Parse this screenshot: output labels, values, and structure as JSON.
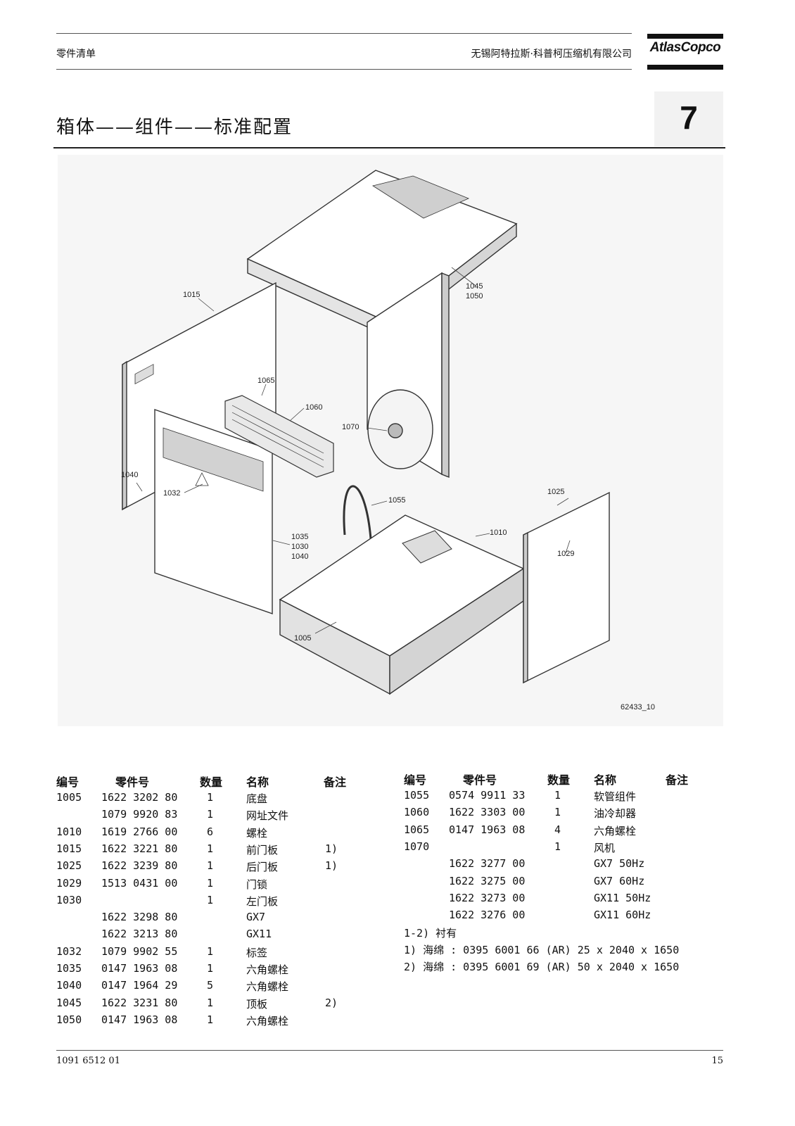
{
  "header": {
    "doc_type": "零件清单",
    "company": "无锡阿特拉斯·科普柯压缩机有限公司",
    "logo_text": "AtlasCopco"
  },
  "title": "箱体——组件——标准配置",
  "section_number": "7",
  "diagram": {
    "figure_id": "62433_10",
    "callouts": {
      "c1015": "1015",
      "c1045": "1045",
      "c1050": "1050",
      "c1065": "1065",
      "c1060": "1060",
      "c1070": "1070",
      "c1040": "1040",
      "c1032": "1032",
      "c1055": "1055",
      "c1025": "1025",
      "c1010": "1010",
      "c1029": "1029",
      "c1035": "1035",
      "c1030": "1030",
      "c1040b": "1040",
      "c1005": "1005"
    }
  },
  "table_headers": {
    "no": "编号",
    "part": "零件号",
    "qty": "数量",
    "name": "名称",
    "note": "备注"
  },
  "left_rows": [
    {
      "no": "1005",
      "part": "1622 3202 80",
      "qty": "1",
      "name": "底盘",
      "note": ""
    },
    {
      "no": "",
      "part": "1079 9920 83",
      "qty": "1",
      "name": "网址文件",
      "note": ""
    },
    {
      "no": "1010",
      "part": "1619 2766 00",
      "qty": "6",
      "name": "螺栓",
      "note": ""
    },
    {
      "no": "1015",
      "part": "1622 3221 80",
      "qty": "1",
      "name": "前门板",
      "note": "1)"
    },
    {
      "no": "1025",
      "part": "1622 3239 80",
      "qty": "1",
      "name": "后门板",
      "note": "1)"
    },
    {
      "no": "1029",
      "part": "1513 0431 00",
      "qty": "1",
      "name": "门锁",
      "note": ""
    },
    {
      "no": "1030",
      "part": "",
      "qty": "1",
      "name": "左门板",
      "note": ""
    },
    {
      "no": "",
      "part": "1622 3298 80",
      "qty": "",
      "name": "GX7",
      "note": ""
    },
    {
      "no": "",
      "part": "1622 3213 80",
      "qty": "",
      "name": "GX11",
      "note": ""
    },
    {
      "no": "1032",
      "part": "1079 9902 55",
      "qty": "1",
      "name": "标签",
      "note": ""
    },
    {
      "no": "1035",
      "part": "0147 1963 08",
      "qty": "1",
      "name": "六角螺栓",
      "note": ""
    },
    {
      "no": "1040",
      "part": "0147 1964 29",
      "qty": "5",
      "name": "六角螺栓",
      "note": ""
    },
    {
      "no": "1045",
      "part": "1622 3231 80",
      "qty": "1",
      "name": "顶板",
      "note": "2)"
    },
    {
      "no": "1050",
      "part": "0147 1963 08",
      "qty": "1",
      "name": "六角螺栓",
      "note": ""
    }
  ],
  "right_rows": [
    {
      "no": "1055",
      "part": "0574 9911 33",
      "qty": "1",
      "name": "软管组件",
      "note": ""
    },
    {
      "no": "1060",
      "part": "1622 3303 00",
      "qty": "1",
      "name": "油冷却器",
      "note": ""
    },
    {
      "no": "1065",
      "part": "0147 1963 08",
      "qty": "4",
      "name": "六角螺栓",
      "note": ""
    },
    {
      "no": "1070",
      "part": "",
      "qty": "1",
      "name": "风机",
      "note": ""
    },
    {
      "no": "",
      "part": "1622 3277 00",
      "qty": "",
      "name": "GX7 50Hz",
      "note": ""
    },
    {
      "no": "",
      "part": "1622 3275 00",
      "qty": "",
      "name": "GX7 60Hz",
      "note": ""
    },
    {
      "no": "",
      "part": "1622 3273 00",
      "qty": "",
      "name": "GX11 50Hz",
      "note": ""
    },
    {
      "no": "",
      "part": "1622 3276 00",
      "qty": "",
      "name": "GX11 60Hz",
      "note": ""
    }
  ],
  "notes": [
    "1-2) 衬有",
    "1) 海绵 : 0395 6001 66 (AR) 25 x 2040 x 1650",
    "2) 海绵 : 0395 6001 69 (AR) 50 x 2040 x 1650"
  ],
  "footer": {
    "doc_number": "1091 6512 01",
    "page": "15"
  }
}
